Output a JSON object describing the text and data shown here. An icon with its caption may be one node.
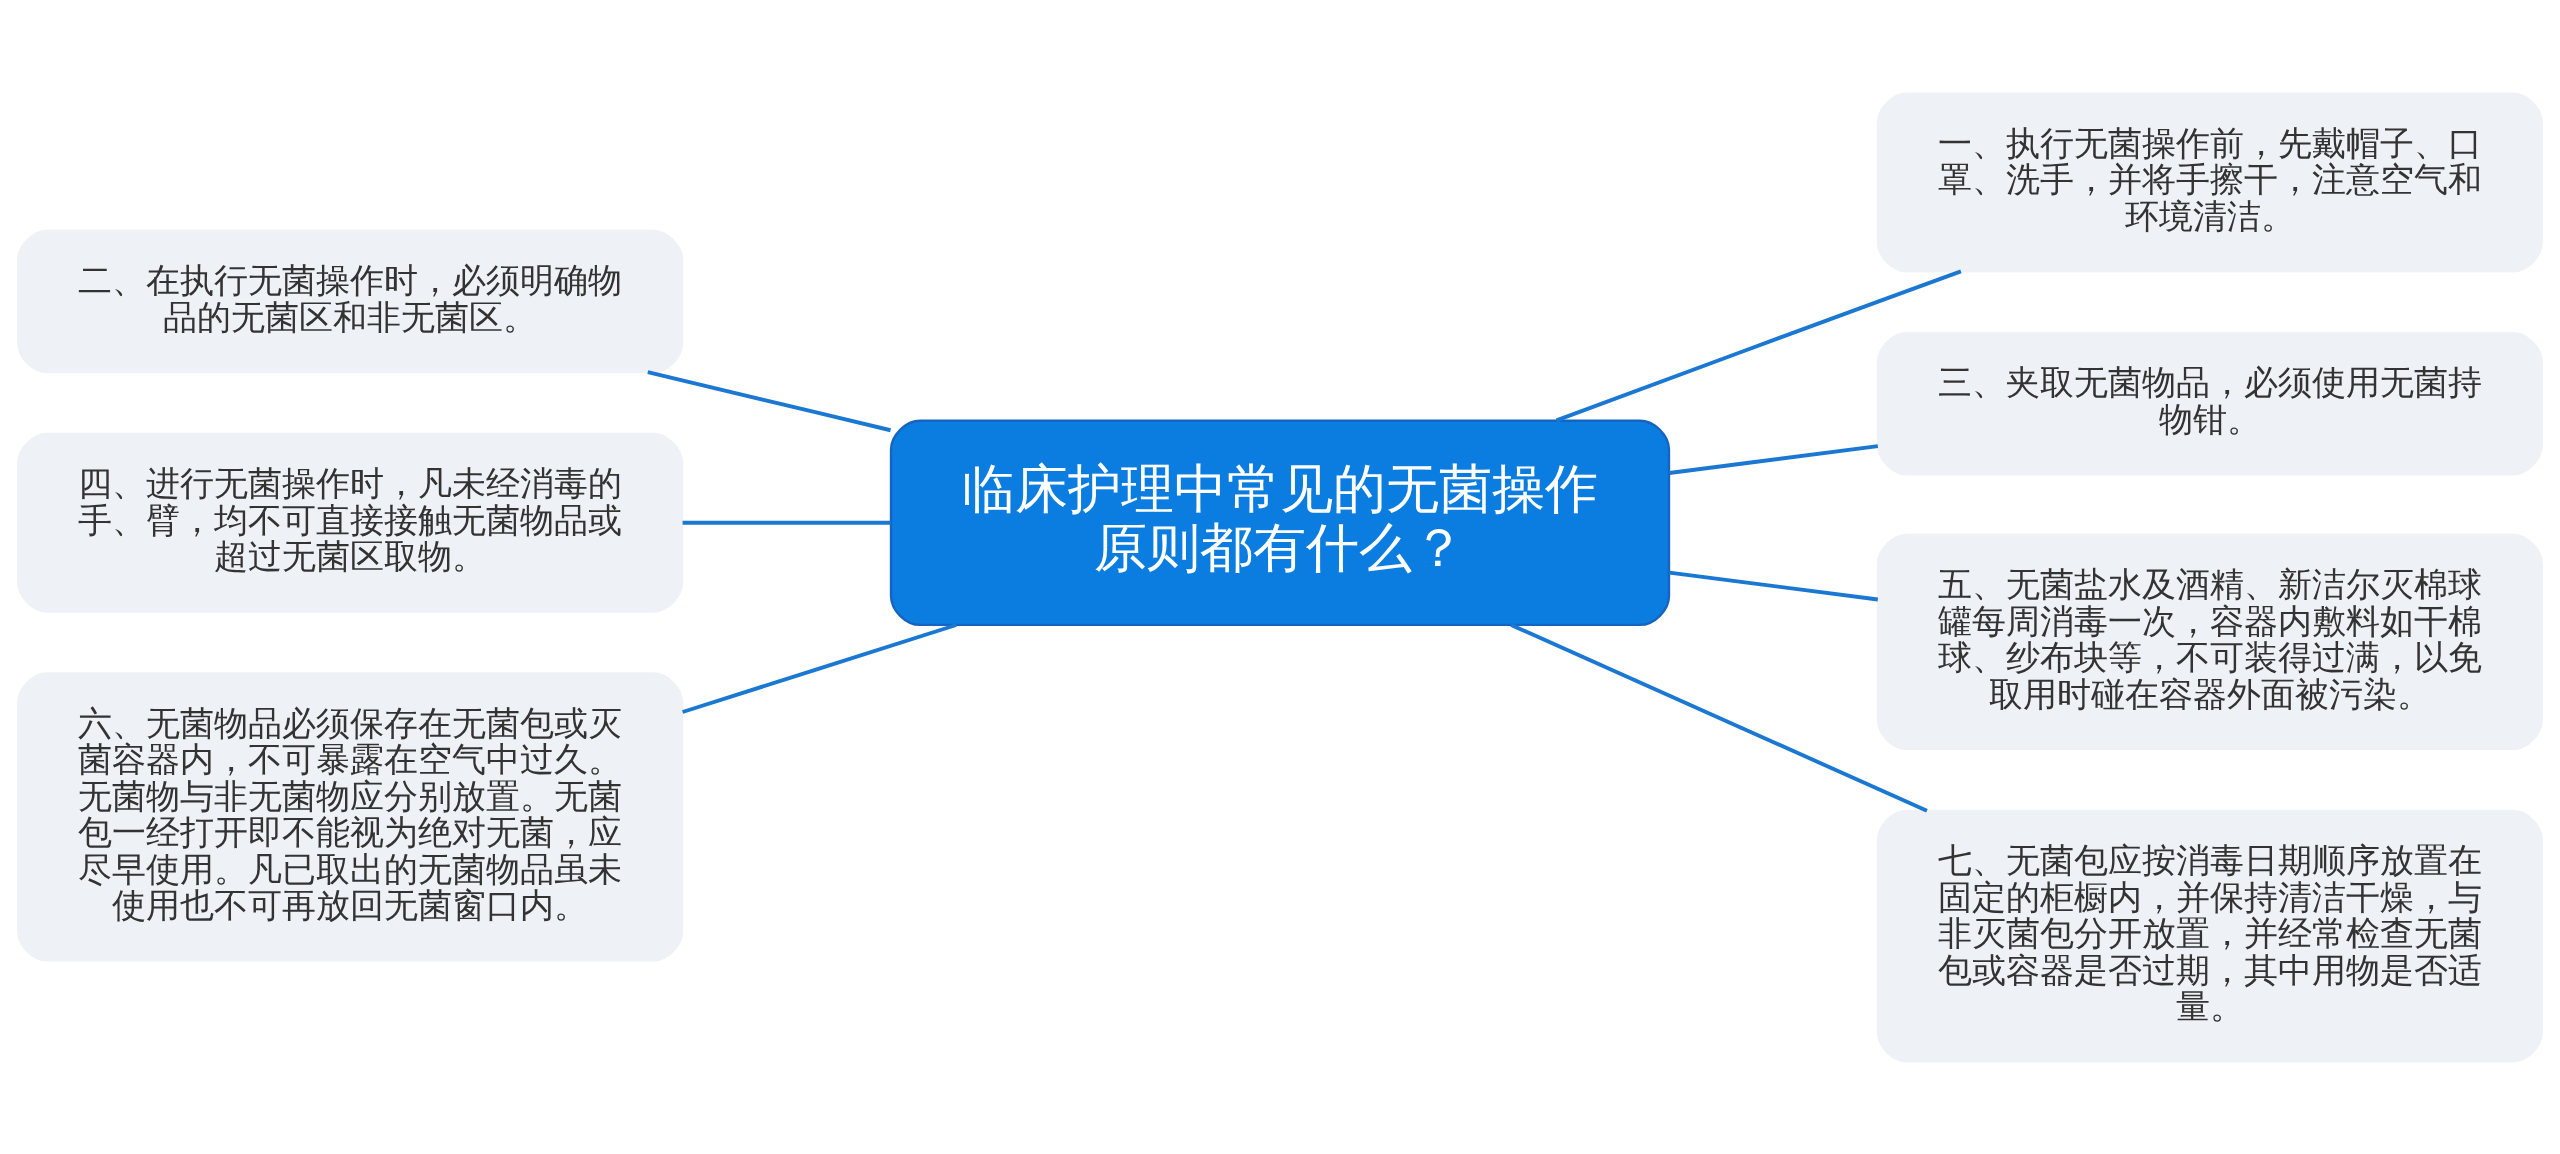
{
  "diagram": {
    "nodes": [
      {
        "text": [
          "临床护理中常见的无菌操作原则都有什么？"
        ]
      },
      {
        "text": [
          "一、执行无菌操作前，先戴帽子、口罩、洗手，并将手擦干，注意空气和环境清洁。"
        ]
      },
      {
        "text": [
          "二、在执行无菌操作时，必须明确物品的无菌区和非无菌区。"
        ]
      },
      {
        "text": [
          "三、夹取无菌物品，必须使用无菌持物钳。"
        ]
      },
      {
        "text": [
          "四、进行无菌操作时，凡未经消毒的手、臂，均不可直接接触无菌物品或超过无菌区取物。"
        ]
      },
      {
        "text": [
          "五、无菌盐水及酒精、新洁尔灭棉球罐每周消毒一次，容器内敷料如干棉球、纱布块等，不可装得过满，以免取用时碰在容器外面被污染。"
        ]
      },
      {
        "text": [
          "六、无菌物品必须保存在无菌包或灭菌容器内，不可暴露在空气中过久。无菌物与非无菌物应分别放置。无菌包一经打开即不能视为绝对无菌，应尽早使用。凡已取出的无菌物品虽未使用也不可再放回无菌窗口内。"
        ]
      },
      {
        "text": [
          "七、无菌包应按消毒日期顺序放置在固定的柜橱内，并保持清洁干燥，与非灭菌包分开放置，并经常检查无菌包或容器是否过期，其中用物是否适量。"
        ]
      }
    ],
    "edges": [
      {
        "from": 0,
        "to": 1,
        "arrow": "none"
      },
      {
        "from": 0,
        "to": 2,
        "arrow": "none"
      },
      {
        "from": 0,
        "to": 3,
        "arrow": "none"
      },
      {
        "from": 0,
        "to": 4,
        "arrow": "none"
      },
      {
        "from": 0,
        "to": 5,
        "arrow": "none"
      },
      {
        "from": 0,
        "to": 6,
        "arrow": "none"
      },
      {
        "from": 0,
        "to": 7,
        "arrow": "none"
      }
    ]
  }
}
